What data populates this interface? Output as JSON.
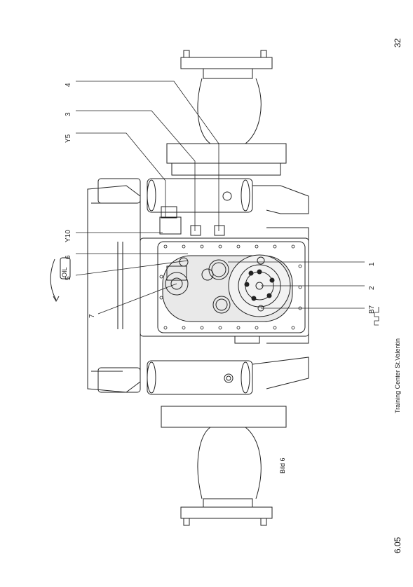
{
  "page": {
    "page_number": "32",
    "footer_left": "6.05",
    "footer_center": "Training Center St.Valentin",
    "figure_caption": "Bild 6"
  },
  "callouts": {
    "c4": "4",
    "c3": "3",
    "cY5": "Y5",
    "cY10": "Y10",
    "c6": "6",
    "c5": "5",
    "c7": "7",
    "c1": "1",
    "c2": "2",
    "cB7": "B7"
  },
  "symbols": {
    "oil": "OIL",
    "pulse_sensor": "pulse-signal-icon"
  }
}
